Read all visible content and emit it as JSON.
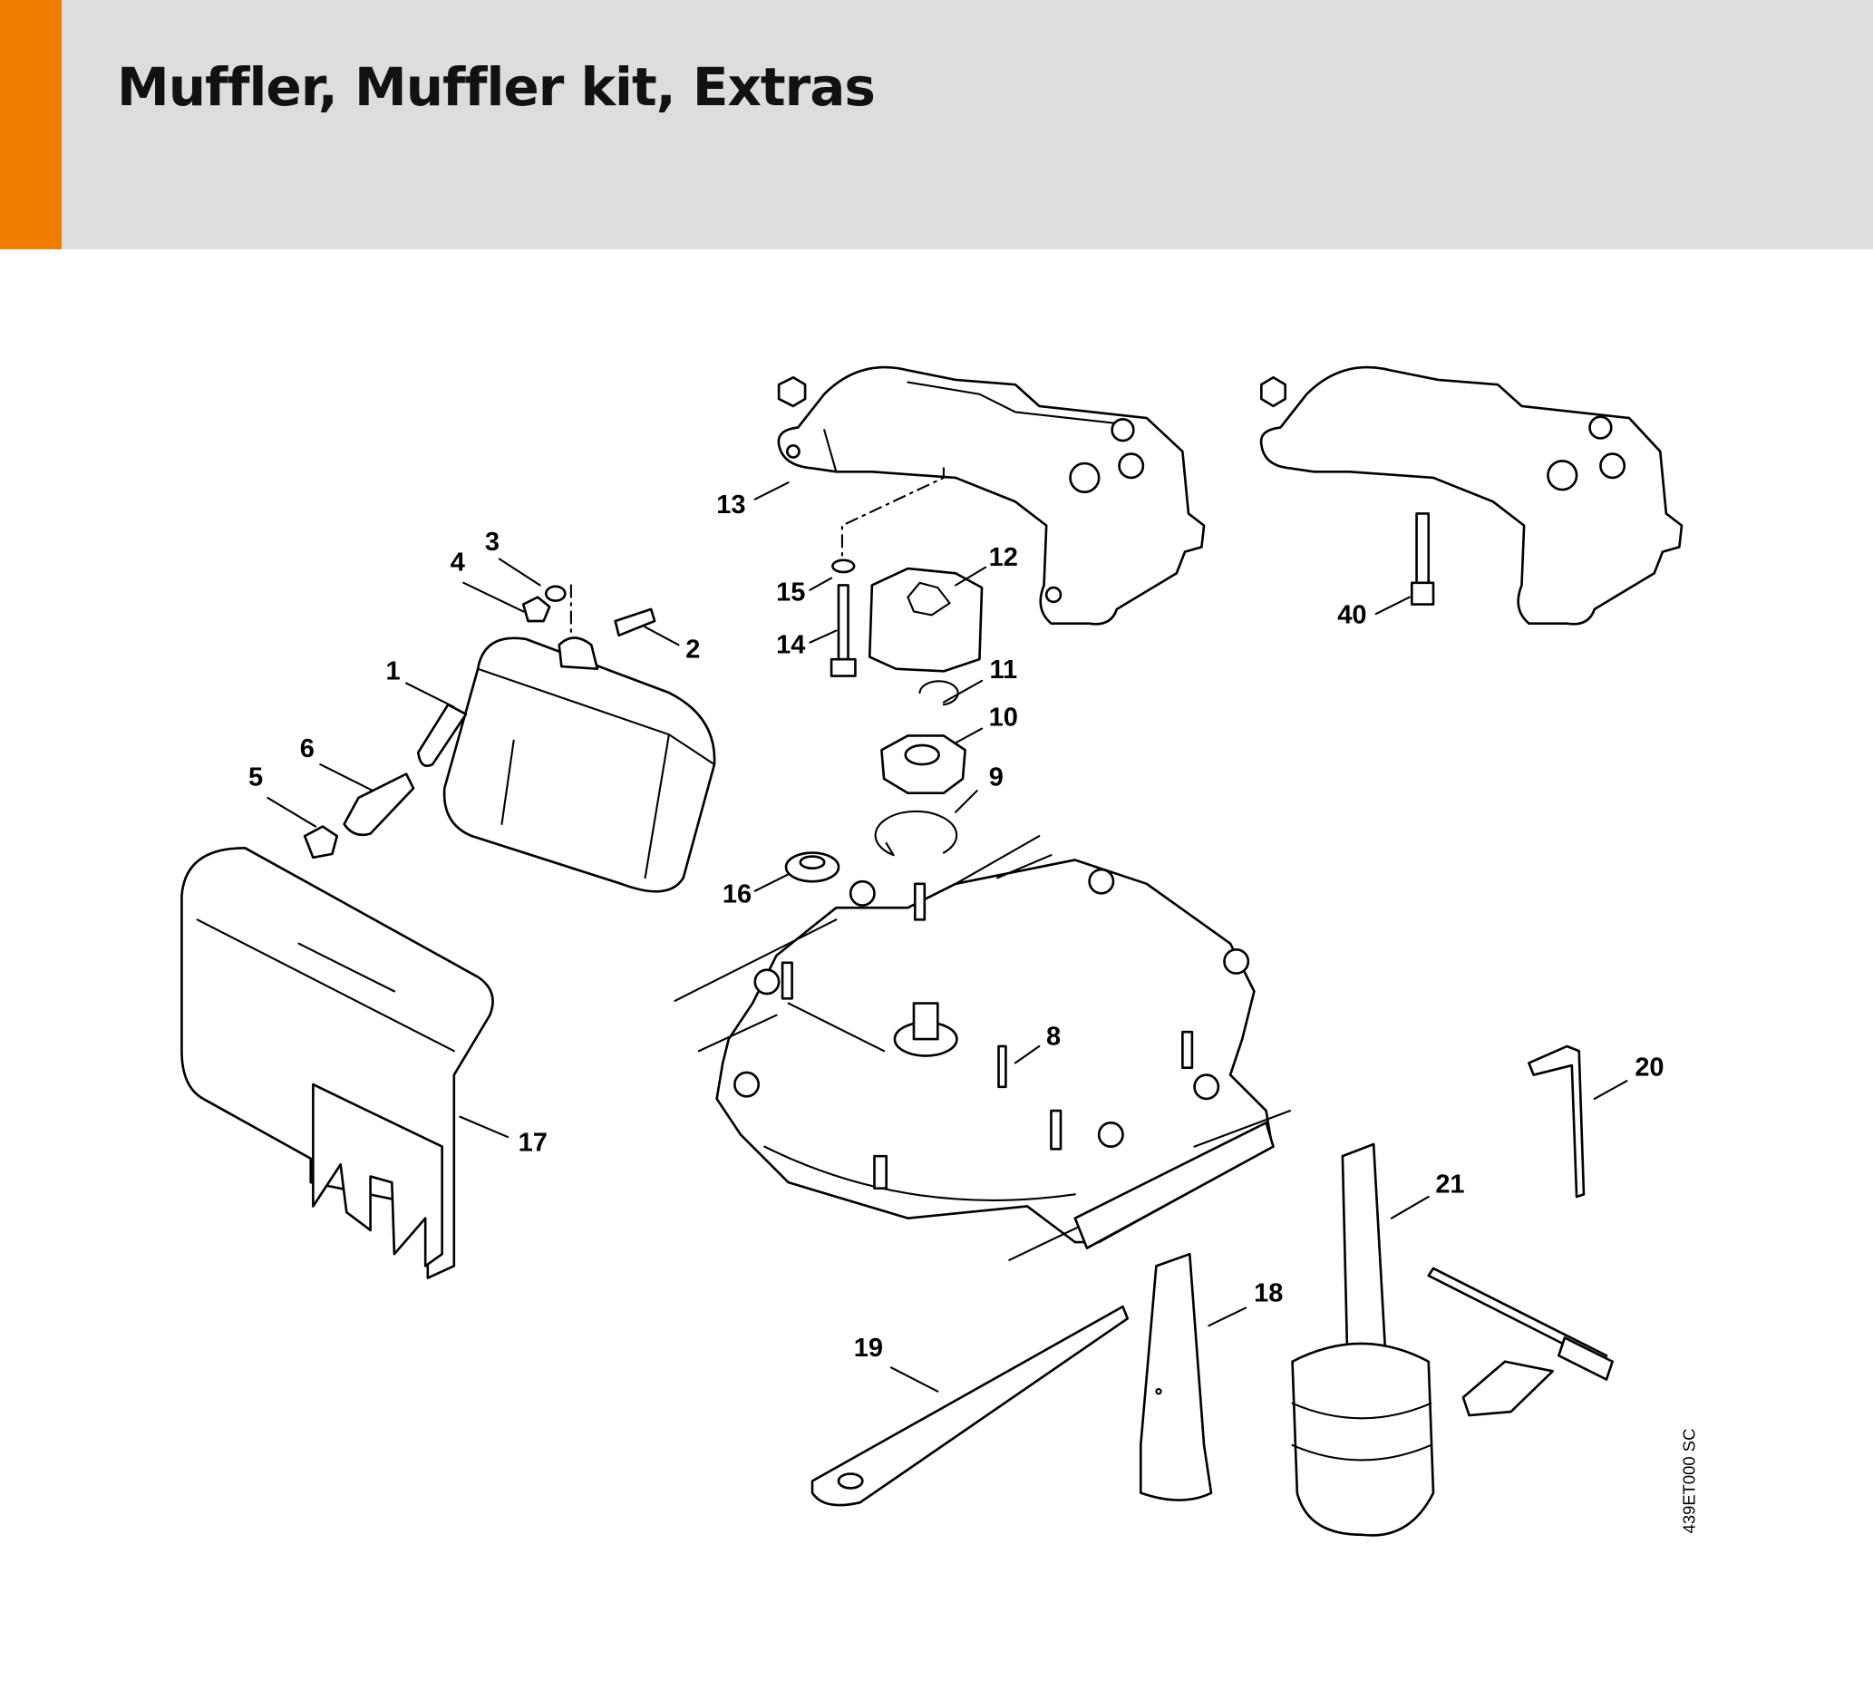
{
  "header": {
    "title": "Muffler, Muffler kit, Extras",
    "accent_color": "#f07c00",
    "band_color": "#dcdddc"
  },
  "diagram": {
    "image_code": "439ET000 SC",
    "callouts": [
      "1",
      "2",
      "3",
      "4",
      "5",
      "6",
      "8",
      "9",
      "10",
      "11",
      "12",
      "13",
      "14",
      "15",
      "16",
      "17",
      "18",
      "19",
      "20",
      "21",
      "40"
    ]
  }
}
